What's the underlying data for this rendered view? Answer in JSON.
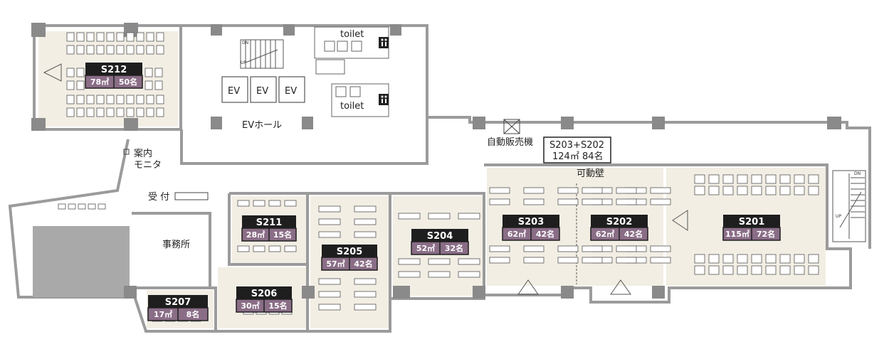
{
  "colors": {
    "room_fill": "#f2eee4",
    "wall": "#9b9b9b",
    "pillar": "#8a8a8a",
    "tag_dark": "#1e1e1e",
    "tag_purple": "#8a6d86",
    "storage_gray": "#a9a9a9"
  },
  "rooms": [
    {
      "id": "S212",
      "name": "S212",
      "area": "78㎡",
      "capacity": "50名"
    },
    {
      "id": "S211",
      "name": "S211",
      "area": "28㎡",
      "capacity": "15名"
    },
    {
      "id": "S205",
      "name": "S205",
      "area": "57㎡",
      "capacity": "42名"
    },
    {
      "id": "S204",
      "name": "S204",
      "area": "52㎡",
      "capacity": "32名"
    },
    {
      "id": "S203",
      "name": "S203",
      "area": "62㎡",
      "capacity": "42名"
    },
    {
      "id": "S202",
      "name": "S202",
      "area": "62㎡",
      "capacity": "42名"
    },
    {
      "id": "S201",
      "name": "S201",
      "area": "115㎡",
      "capacity": "72名"
    },
    {
      "id": "S207",
      "name": "S207",
      "area": "17㎡",
      "capacity": "8名"
    },
    {
      "id": "S206",
      "name": "S206",
      "area": "30㎡",
      "capacity": "15名"
    }
  ],
  "combined": {
    "title": "S203+S202",
    "detail": "124㎡ 84名"
  },
  "labels": {
    "toilet": "toilet",
    "ev": "EV",
    "ev_hall": "EVホール",
    "vending": "自動販売機",
    "movable_wall": "可動壁",
    "monitor_line1": "案内",
    "monitor_line2": "モニタ",
    "reception": "受 付",
    "office": "事務所",
    "dn": "DN",
    "up": "UP"
  }
}
